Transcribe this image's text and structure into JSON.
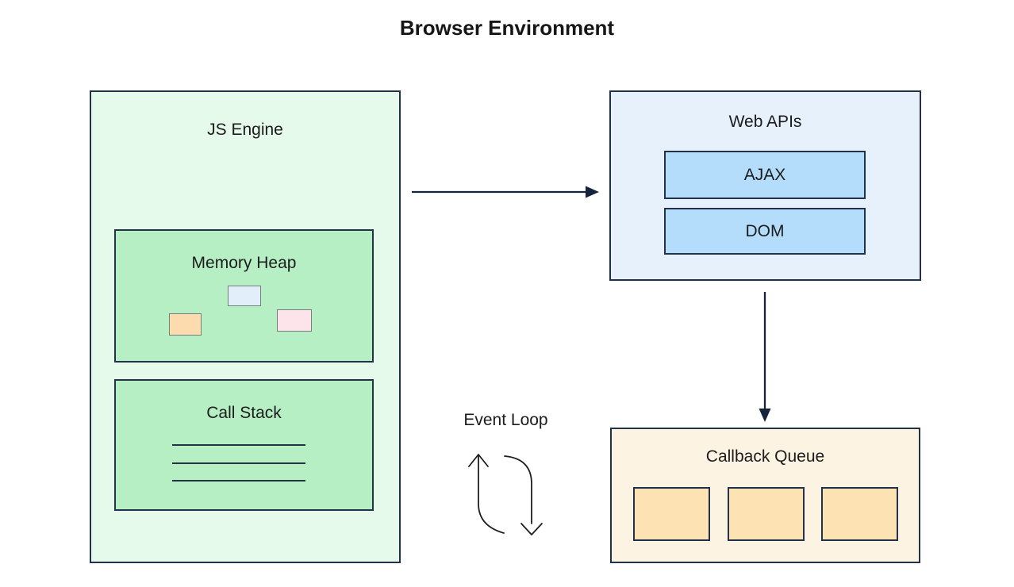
{
  "title": "Browser Environment",
  "js_engine": {
    "label": "JS Engine",
    "memory_heap": {
      "label": "Memory Heap",
      "objects": [
        "blue-object",
        "orange-object",
        "pink-object"
      ]
    },
    "call_stack": {
      "label": "Call Stack",
      "frame_line_count": 3
    }
  },
  "web_apis": {
    "label": "Web APIs",
    "items": [
      {
        "label": "AJAX"
      },
      {
        "label": "DOM"
      }
    ]
  },
  "event_loop": {
    "label": "Event Loop",
    "icon": "cycle-arrows-icon"
  },
  "callback_queue": {
    "label": "Callback Queue",
    "slot_count": 3
  },
  "connections": [
    {
      "from": "JS Engine",
      "to": "Web APIs",
      "direction": "right"
    },
    {
      "from": "Web APIs",
      "to": "Callback Queue",
      "direction": "down"
    }
  ],
  "colors": {
    "border_dark": "#223349",
    "arrow_dark": "#16233d",
    "icon_stroke": "#1f1f1f",
    "text_dark": "#1c1c1c",
    "js_engine_fill": "#e5faeb",
    "inner_green_fill": "#b6efc4",
    "web_apis_fill": "#e6f1fc",
    "inner_blue_fill": "#b4ddfb",
    "callback_fill": "#fdf3e3",
    "inner_orange_fill": "#fde2b4",
    "heap_blue_fill": "#e3eefb",
    "heap_orange_fill": "#fcdcae",
    "heap_pink_fill": "#fde3ea",
    "heap_border": "#74807e"
  }
}
